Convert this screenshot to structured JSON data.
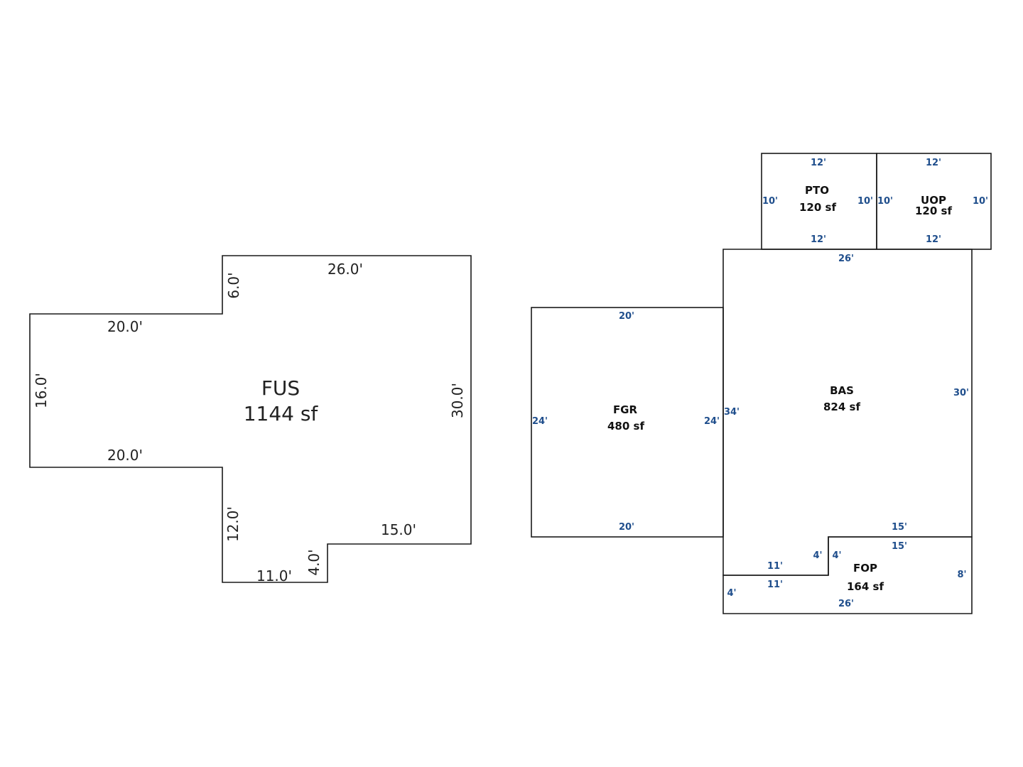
{
  "colors": {
    "outline": "#1a1a1a",
    "dimension_text": "#1f4e8c",
    "label_text": "#111111"
  },
  "first_floor": {
    "label": "FUS",
    "area": "1144 sf",
    "dims": {
      "top": "26.0'",
      "left_step": "6.0'",
      "upper_wing": "20.0'",
      "far_left": "16.0'",
      "lower_wing": "20.0'",
      "right": "30.0'",
      "lower_step": "12.0'",
      "bottom_left": "11.0'",
      "notch": "4.0'",
      "bottom_right": "15.0'"
    }
  },
  "rooms": {
    "pto": {
      "label": "PTO",
      "area": "120 sf",
      "top": "12'",
      "bottom": "12'",
      "left": "10'",
      "right": "10'"
    },
    "uop": {
      "label": "UOP",
      "area": "120 sf",
      "top": "12'",
      "bottom": "12'",
      "left": "10'",
      "right": "10'"
    },
    "fgr": {
      "label": "FGR",
      "area": "480 sf",
      "top": "20'",
      "bottom": "20'",
      "left": "24'",
      "right": "24'"
    },
    "bas": {
      "label": "BAS",
      "area": "824 sf",
      "top": "26'",
      "left": "34'",
      "right": "30'",
      "bottom_right": "15'"
    },
    "fop": {
      "label": "FOP",
      "area": "164 sf",
      "top_right": "15'",
      "step_left": "4'",
      "step_right": "4'",
      "upper_left": "11'",
      "lower_left": "11'",
      "left": "4'",
      "right": "8'",
      "bottom": "26'"
    }
  }
}
